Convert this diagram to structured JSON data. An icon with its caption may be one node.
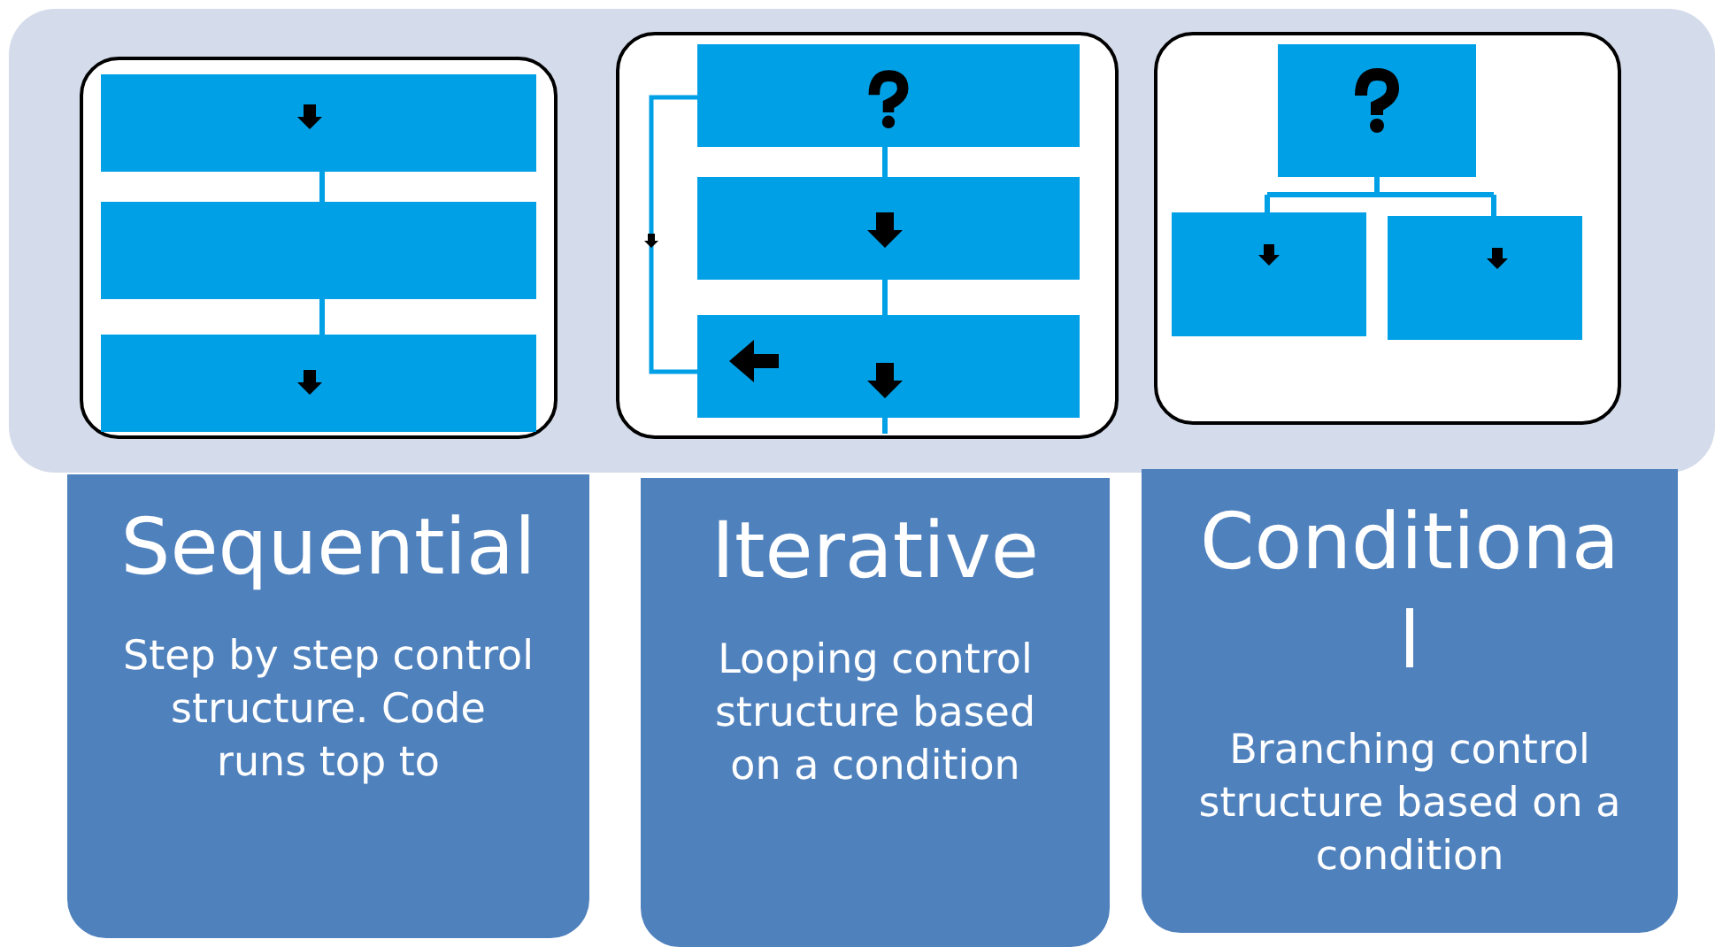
{
  "diagram": {
    "nodes": [
      {
        "text": [
          "Sequential",
          "Step by step control structure. Code runs top to"
        ]
      },
      {
        "text": [
          "Iterative",
          "Looping control structure based on a condition"
        ]
      },
      {
        "text": [
          "Conditional",
          "Branching control structure based on a condition"
        ]
      }
    ]
  }
}
